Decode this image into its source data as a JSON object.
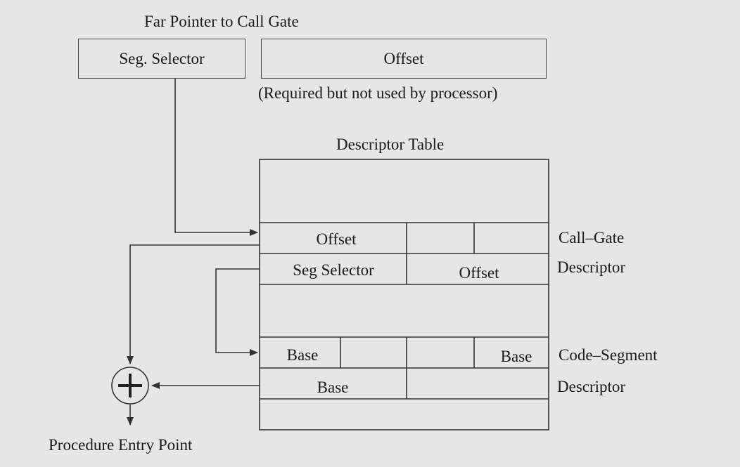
{
  "far_pointer": {
    "title": "Far Pointer to Call Gate",
    "seg_selector": "Seg. Selector",
    "offset": "Offset",
    "note": "(Required but not used by processor)"
  },
  "descriptor_table": {
    "title": "Descriptor Table",
    "call_gate": {
      "offset": "Offset",
      "seg_selector": "Seg Selector",
      "offset_right": "Offset",
      "label_line1": "Call–Gate",
      "label_line2": "Descriptor"
    },
    "code_segment": {
      "base_left": "Base",
      "base_right": "Base",
      "base_bottom": "Base",
      "label_line1": "Code–Segment",
      "label_line2": "Descriptor"
    }
  },
  "adder": {
    "symbol": "+"
  },
  "output": {
    "label": "Procedure Entry Point"
  }
}
